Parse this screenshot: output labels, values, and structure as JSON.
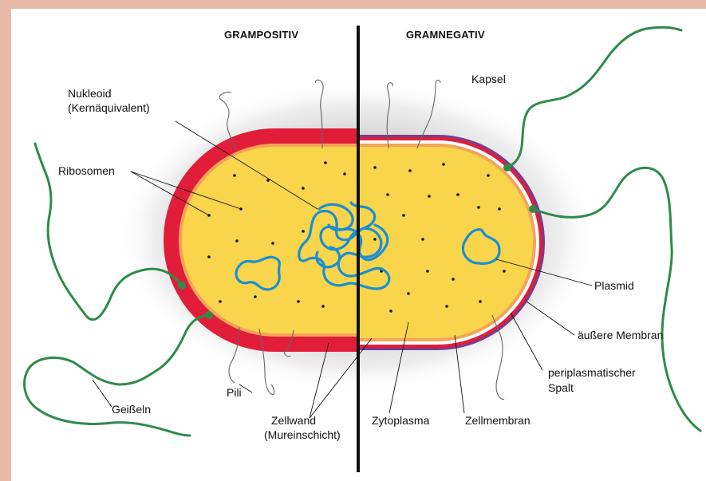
{
  "colors": {
    "background_border": "#e8b9a7",
    "cell_wall_grampositive": "#e11d39",
    "outer_membrane": "#7a3c8c",
    "cytoplasm": "#f8d54a",
    "cell_membrane": "#f4a35a",
    "dna": "#1a8fd1",
    "flagella": "#2e8b4a"
  },
  "headers": {
    "left": "GRAMPOSITIV",
    "right": "GRAMNEGATIV"
  },
  "labels": {
    "nukleoid_line1": "Nukleoid",
    "nukleoid_line2": "(Kernäquivalent)",
    "kapsel": "Kapsel",
    "ribosomen": "Ribosomen",
    "plasmid": "Plasmid",
    "aeussere_membran": "äußere Membran",
    "periplasmatischer_line1": "periplasmatischer",
    "periplasmatischer_line2": "Spalt",
    "geisseln": "Geißeln",
    "pili": "Pili",
    "zellwand_line1": "Zellwand",
    "zellwand_line2": "(Mureinschicht)",
    "zytoplasma": "Zytoplasma",
    "zellmembran": "Zellmembran"
  }
}
